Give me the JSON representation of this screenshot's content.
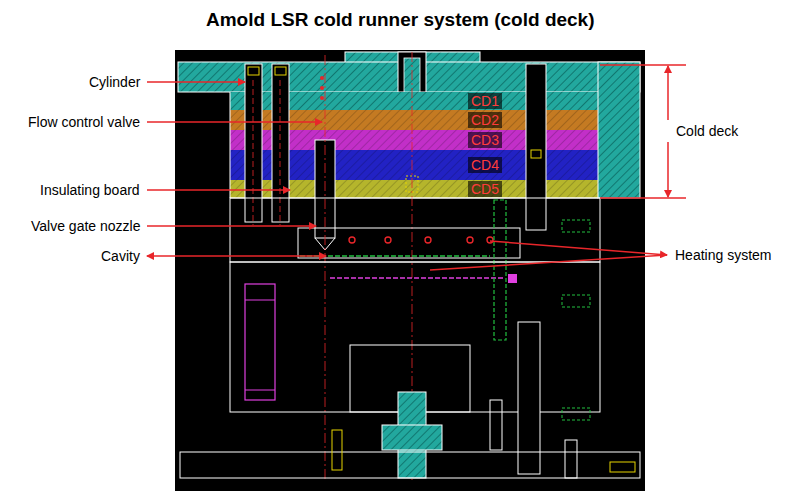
{
  "diagram": {
    "title": "Amold LSR cold runner system (cold deck)",
    "nodes": [
      {
        "text": [
          "CD1"
        ]
      },
      {
        "text": [
          "CD2"
        ]
      },
      {
        "text": [
          "CD3"
        ]
      },
      {
        "text": [
          "CD4"
        ]
      },
      {
        "text": [
          "CD5"
        ]
      }
    ],
    "labels": [
      "Cylinder",
      "Flow control valve",
      "Insulating board",
      "Valve gate nozzle",
      "Cavity",
      "Cold deck",
      "Heating system"
    ]
  }
}
